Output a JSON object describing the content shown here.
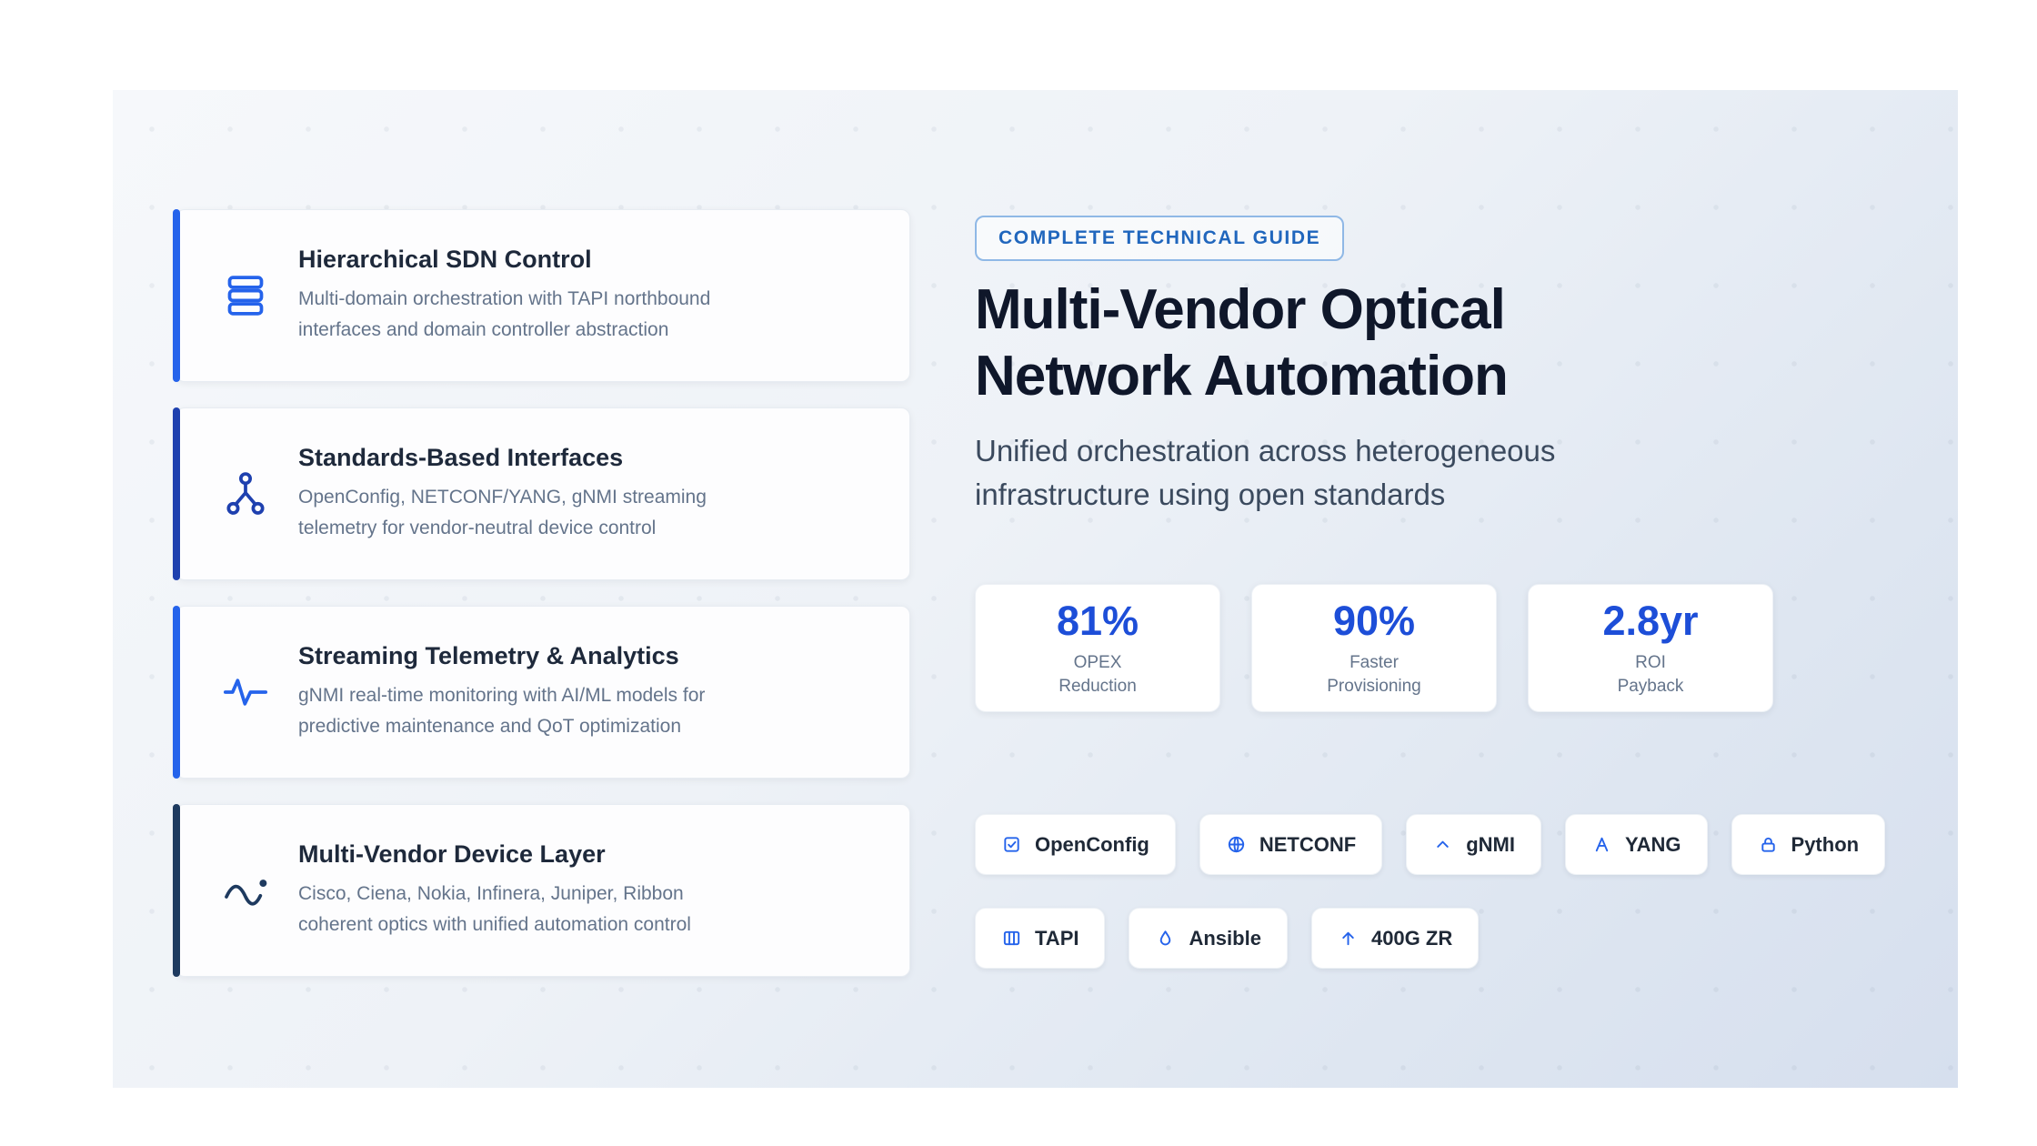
{
  "theme": {
    "accent_blue": "#2563eb",
    "heading_color": "#0f172a",
    "stat_blue": "#1d4ed8"
  },
  "hero": {
    "badge": "COMPLETE TECHNICAL GUIDE",
    "title_line1": "Multi-Vendor Optical",
    "title_line2": "Network Automation",
    "subtitle_line1": "Unified orchestration across heterogeneous",
    "subtitle_line2": "infrastructure using open standards"
  },
  "features": [
    {
      "title": "Hierarchical SDN Control",
      "description": "Multi-domain orchestration with TAPI northbound interfaces and domain controller abstraction",
      "icon": "layers-stack-icon",
      "accent": "#2563eb"
    },
    {
      "title": "Standards-Based Interfaces",
      "description": "OpenConfig, NETCONF/YANG, gNMI streaming telemetry for vendor-neutral device control",
      "icon": "network-tree-icon",
      "accent": "#1e40af"
    },
    {
      "title": "Streaming Telemetry & Analytics",
      "description": "gNMI real-time monitoring with AI/ML models for predictive maintenance and QoT optimization",
      "icon": "waveform-icon",
      "accent": "#2563eb"
    },
    {
      "title": "Multi-Vendor Device Layer",
      "description": "Cisco, Ciena, Nokia, Infinera, Juniper, Ribbon coherent optics with unified automation control",
      "icon": "sine-wave-icon",
      "accent": "#1e3a5f"
    }
  ],
  "stats": [
    {
      "value": "81%",
      "label_line1": "OPEX",
      "label_line2": "Reduction"
    },
    {
      "value": "90%",
      "label_line1": "Faster",
      "label_line2": "Provisioning"
    },
    {
      "value": "2.8yr",
      "label_line1": "ROI",
      "label_line2": "Payback"
    }
  ],
  "chips_row1": [
    {
      "label": "OpenConfig",
      "icon": "check-square-icon"
    },
    {
      "label": "NETCONF",
      "icon": "globe-icon"
    },
    {
      "label": "gNMI",
      "icon": "chevron-up-icon"
    },
    {
      "label": "YANG",
      "icon": "letter-a-icon"
    },
    {
      "label": "Python",
      "icon": "lock-icon"
    }
  ],
  "chips_row2": [
    {
      "label": "TAPI",
      "icon": "columns-grid-icon"
    },
    {
      "label": "Ansible",
      "icon": "droplet-icon"
    },
    {
      "label": "400G ZR",
      "icon": "arrow-up-icon"
    }
  ]
}
